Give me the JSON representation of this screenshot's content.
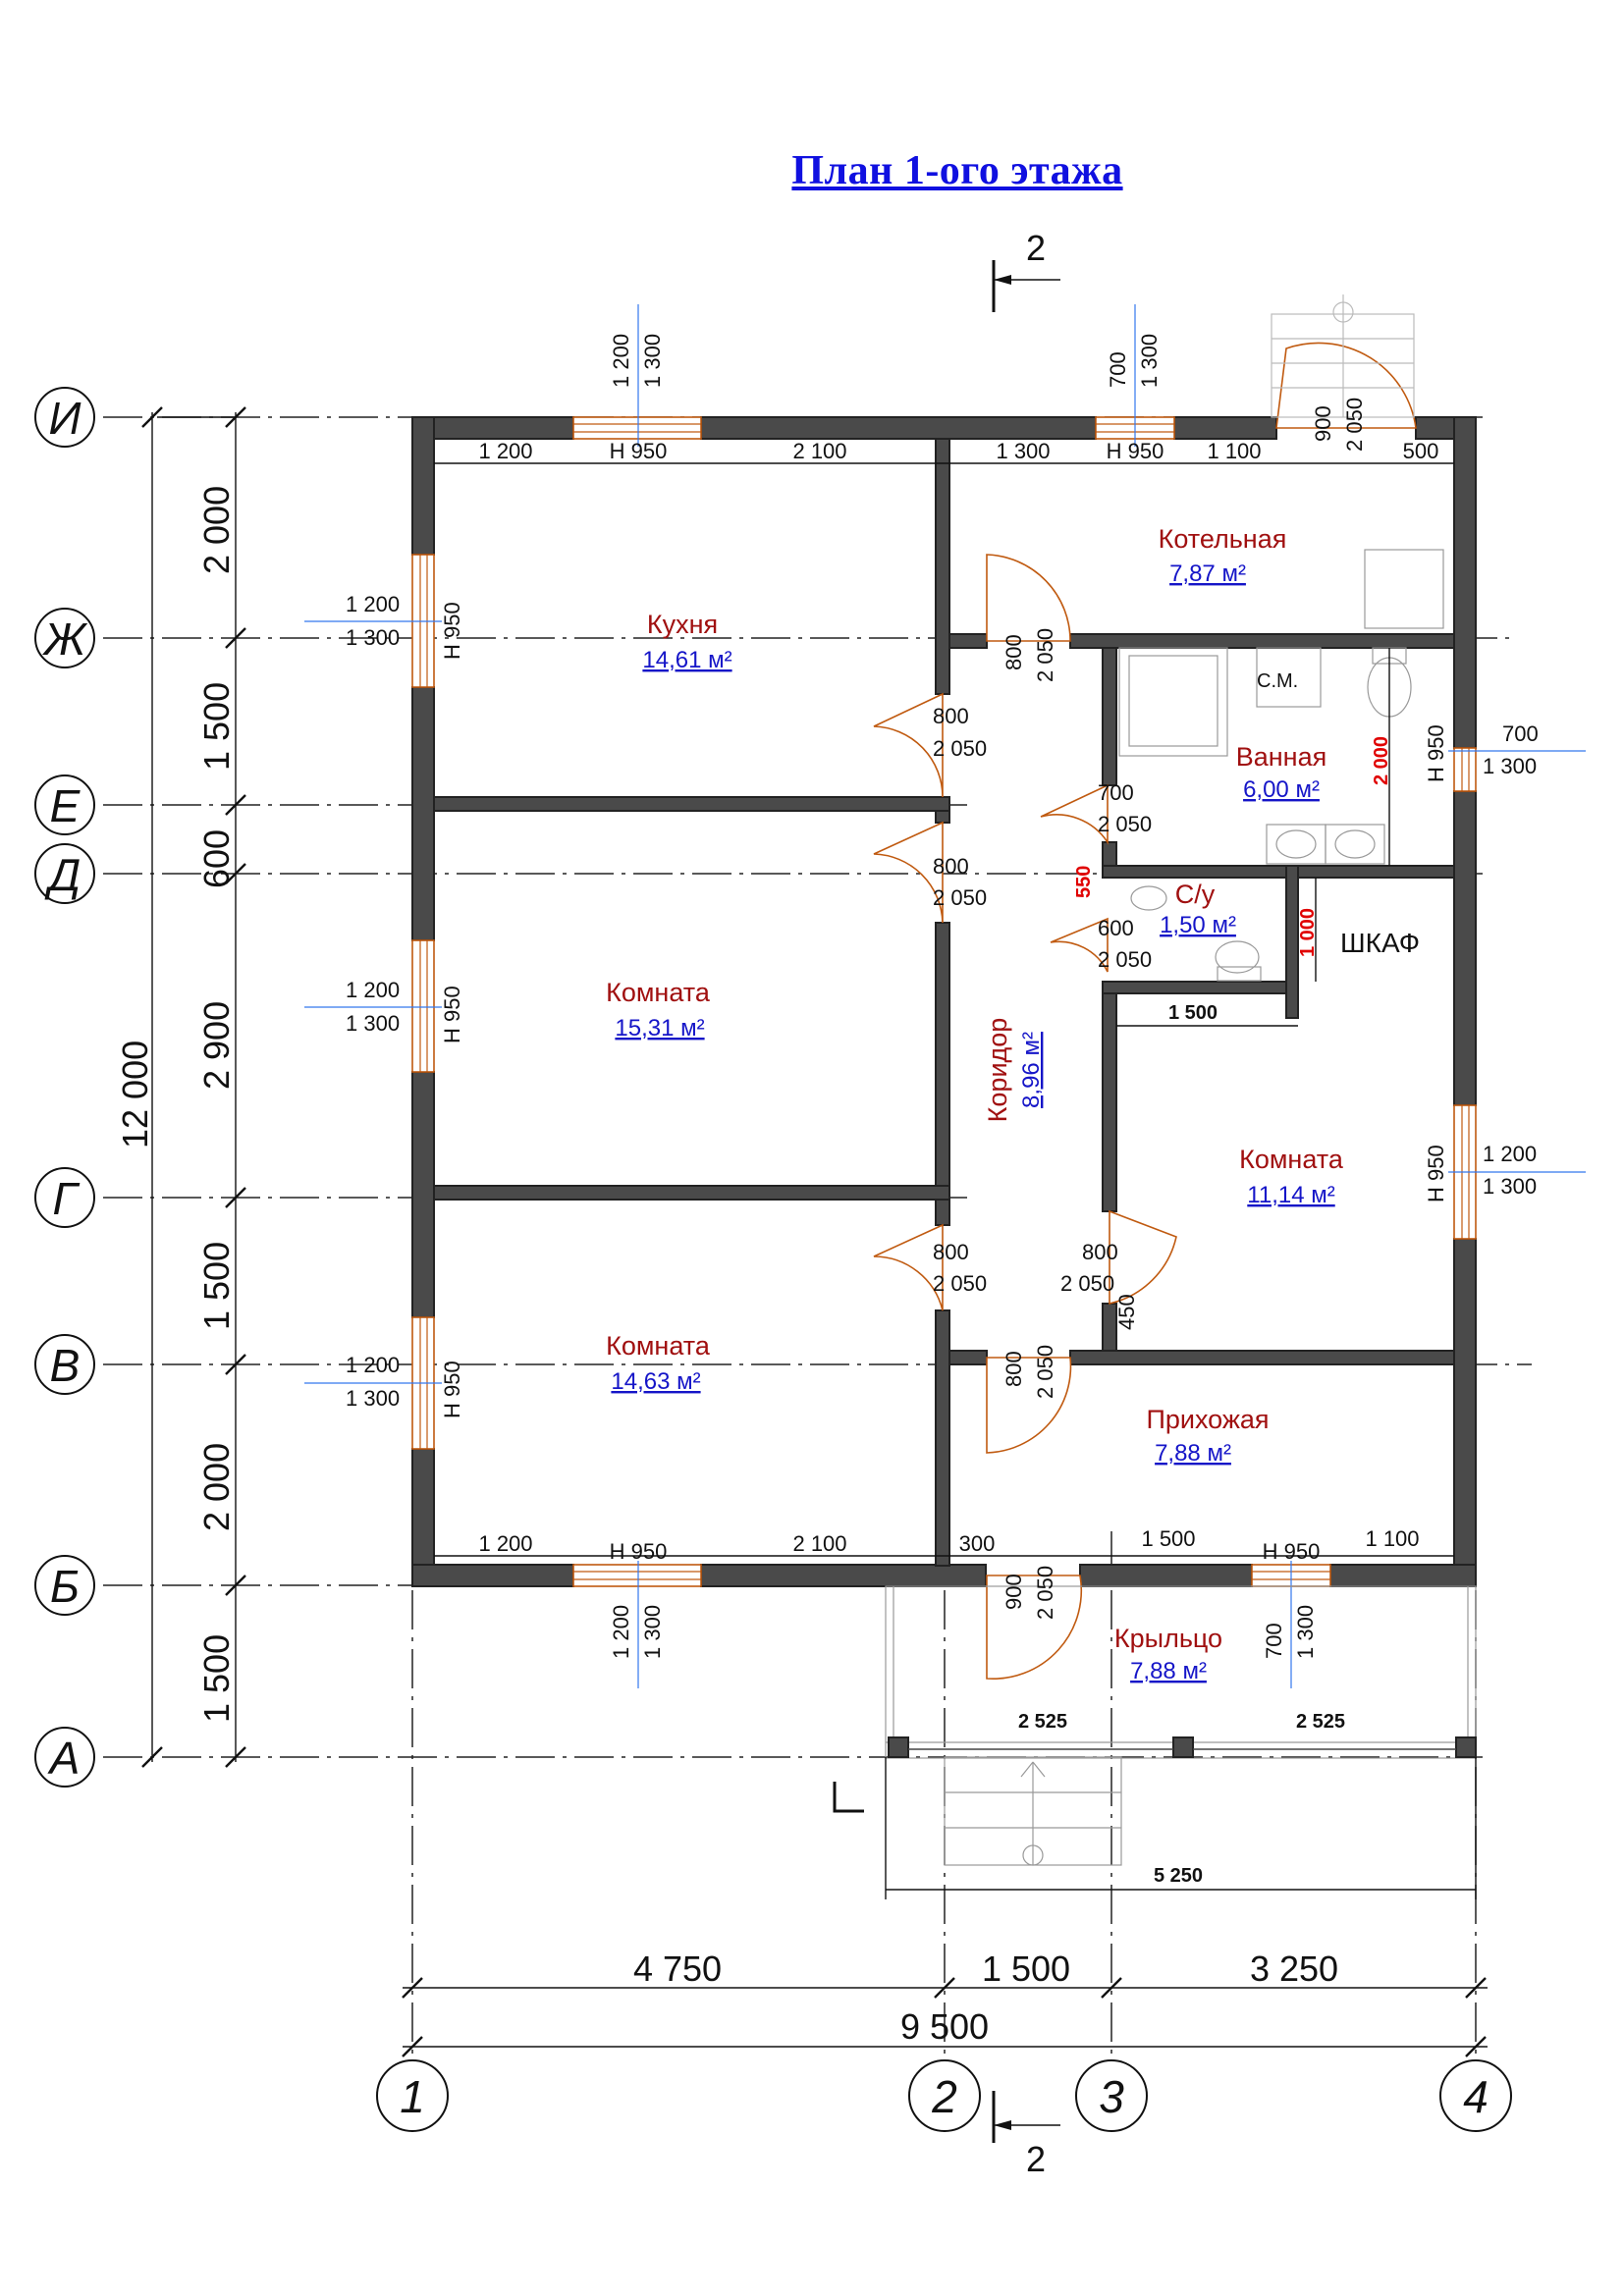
{
  "title": "План 1-ого этажа",
  "section_mark": "2",
  "rooms": [
    {
      "name": "Кухня",
      "area": "14,61 м²"
    },
    {
      "name": "Котельная",
      "area": "7,87 м²"
    },
    {
      "name": "Ванная",
      "area": "6,00 м²"
    },
    {
      "name": "С/у",
      "area": "1,50 м²"
    },
    {
      "name": "Комната",
      "area": "15,31 м²"
    },
    {
      "name": "Коридор",
      "area": "8,96 м²"
    },
    {
      "name": "Комната",
      "area": "11,14 м²"
    },
    {
      "name": "Комната",
      "area": "14,63 м²"
    },
    {
      "name": "Прихожая",
      "area": "7,88 м²"
    },
    {
      "name": "Крыльцо",
      "area": "7,88 м²"
    }
  ],
  "closet_label": "ШКАФ",
  "washer_label": "С.М.",
  "axes_rows": [
    "И",
    "Ж",
    "Е",
    "Д",
    "Г",
    "В",
    "Б",
    "А"
  ],
  "axes_cols": [
    "1",
    "2",
    "3",
    "4"
  ],
  "left_dims": [
    "2 000",
    "1 500",
    "600",
    "2 900",
    "1 500",
    "2 000",
    "1 500"
  ],
  "total_height": "12 000",
  "bottom_dims": [
    "4 750",
    "1 500",
    "3 250"
  ],
  "total_width": "9 500",
  "porch_width": "5 250",
  "porch_halves": [
    "2 525",
    "2 525"
  ],
  "top_wall_dims": [
    "1 200",
    "Н 950",
    "2 100",
    "1 300",
    "Н 950",
    "1 100",
    "500"
  ],
  "bottom_wall_dims": [
    "1 200",
    "Н 950",
    "2 100",
    "300",
    "1 500",
    "Н 950",
    "1 100"
  ],
  "window_h": "Н 950",
  "window_sizes": {
    "w1200": "1 200",
    "w1300": "1 300",
    "w700": "700"
  },
  "door_sizes": {
    "d800": "800",
    "d700": "700",
    "d600": "600",
    "d900": "900",
    "h2050": "2 050"
  },
  "red_dims": [
    "2 000",
    "550",
    "1 000",
    "1 500"
  ],
  "dim_450": "450"
}
